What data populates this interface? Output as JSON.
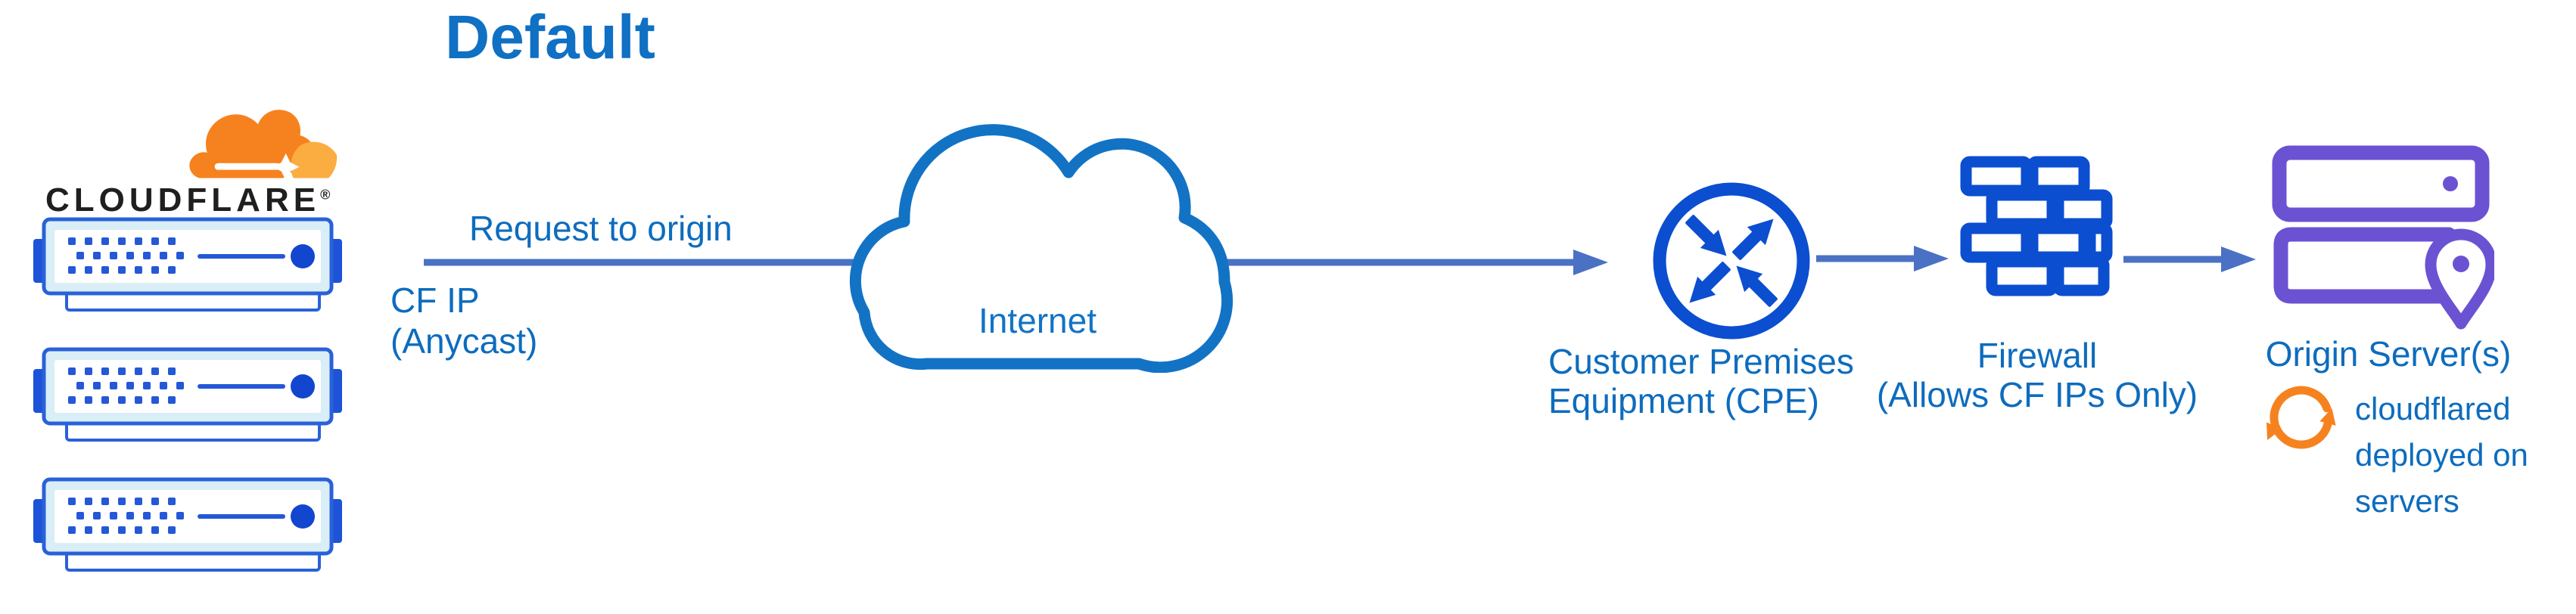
{
  "title": "Default",
  "brand": {
    "wordmark": "CLOUDFLARE",
    "registered_mark": "®"
  },
  "labels": {
    "request_to_origin": "Request to origin",
    "cf_ip_line1": "CF IP",
    "cf_ip_line2": "(Anycast)",
    "internet": "Internet",
    "cpe_line1": "Customer Premises",
    "cpe_line2": "Equipment (CPE)",
    "firewall_line1": "Firewall",
    "firewall_line2": "(Allows CF IPs Only)",
    "origin": "Origin Server(s)",
    "cloudflared_line1": "cloudflared",
    "cloudflared_line2": "deployed on",
    "cloudflared_line3": "servers"
  },
  "icons": {
    "cloudflare-logo-cloud": "orange cloudflare cloud mark",
    "edge-server": "blue rack server (x3 stack)",
    "internet-cloud": "blue outlined cloud",
    "router-icon": "circle with four arrows (CPE)",
    "firewall-icon": "blue brick wall",
    "origin-servers-icon": "purple rack servers with location pin",
    "sync-arrows-icon": "orange circular arrows",
    "flow-arrow": "blue right arrow"
  },
  "colors": {
    "title_blue": "#0f70c4",
    "label_blue": "#0d6cbe",
    "icon_blue": "#0b4ed0",
    "server_border_blue": "#2a61d9",
    "server_fill": "#d9eef6",
    "server_solid_blue": "#1c53d8",
    "cloud_stroke_blue": "#1273c5",
    "arrow_blue": "#4a71c4",
    "brand_orange": "#f6821f",
    "brand_orange_light": "#fbad41",
    "origin_purple": "#6b52d2",
    "wordmark_black": "#1f1f1f"
  }
}
